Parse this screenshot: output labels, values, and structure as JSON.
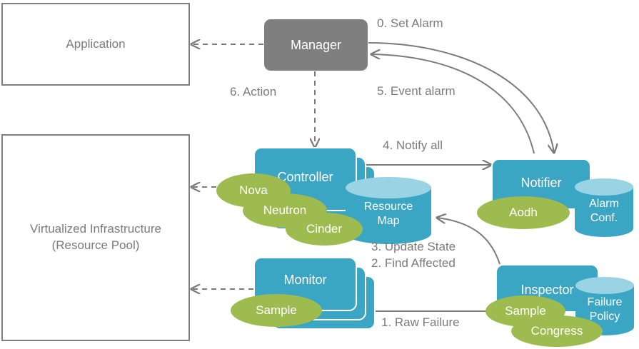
{
  "diagram": {
    "title": "Doctor fault management architecture",
    "colors": {
      "blue": "#3ba5c4",
      "blue_light": "#9ad4e4",
      "green": "#9dbb4f",
      "gray": "#7f7f7f",
      "text_gray": "#7b7b7b",
      "white": "#ffffff"
    },
    "boxes": {
      "application": "Application",
      "infrastructure_line1": "Virtualized  Infrastructure",
      "infrastructure_line2": "(Resource Pool)",
      "manager": "Manager",
      "controller": "Controller",
      "monitor": "Monitor",
      "notifier": "Notifier",
      "inspector": "Inspector"
    },
    "cylinders": {
      "resource_map_line1": "Resource",
      "resource_map_line2": "Map",
      "alarm_conf_line1": "Alarm",
      "alarm_conf_line2": "Conf.",
      "failure_policy_line1": "Failure",
      "failure_policy_line2": "Policy"
    },
    "projects": {
      "nova": "Nova",
      "neutron": "Neutron",
      "cinder": "Cinder",
      "aodh": "Aodh",
      "sample_monitor": "Sample",
      "sample_inspector": "Sample",
      "congress": "Congress"
    },
    "flows": [
      {
        "id": "set-alarm",
        "label": "0. Set Alarm"
      },
      {
        "id": "raw-failure",
        "label": "1. Raw Failure"
      },
      {
        "id": "find-affected",
        "label": "2. Find Affected"
      },
      {
        "id": "update-state",
        "label": "3. Update State"
      },
      {
        "id": "notify-all",
        "label": "4. Notify all"
      },
      {
        "id": "event-alarm",
        "label": "5. Event alarm"
      },
      {
        "id": "action",
        "label": "6. Action"
      }
    ]
  }
}
